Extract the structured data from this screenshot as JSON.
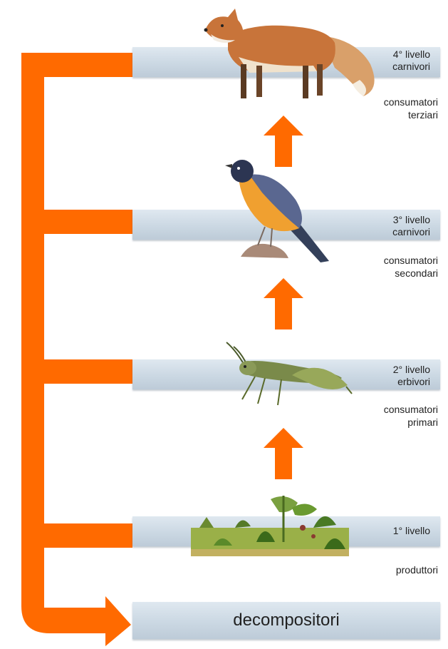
{
  "levels": [
    {
      "level": "4° livello",
      "category": "carnivori",
      "role_line1": "consumatori",
      "role_line2": "terziari",
      "organism_icon": "fox-icon"
    },
    {
      "level": "3° livello",
      "category": "carnivori",
      "role_line1": "consumatori",
      "role_line2": "secondari",
      "organism_icon": "bird-icon"
    },
    {
      "level": "2° livello",
      "category": "erbivori",
      "role_line1": "consumatori",
      "role_line2": "primari",
      "organism_icon": "grasshopper-icon"
    },
    {
      "level": "1° livello",
      "category": "",
      "role_line1": "produttori",
      "role_line2": "",
      "organism_icon": "plants-icon"
    }
  ],
  "decomposers": "decompositori",
  "colors": {
    "arrow": "#ff6a00",
    "shelf": "#cbd8e3"
  }
}
